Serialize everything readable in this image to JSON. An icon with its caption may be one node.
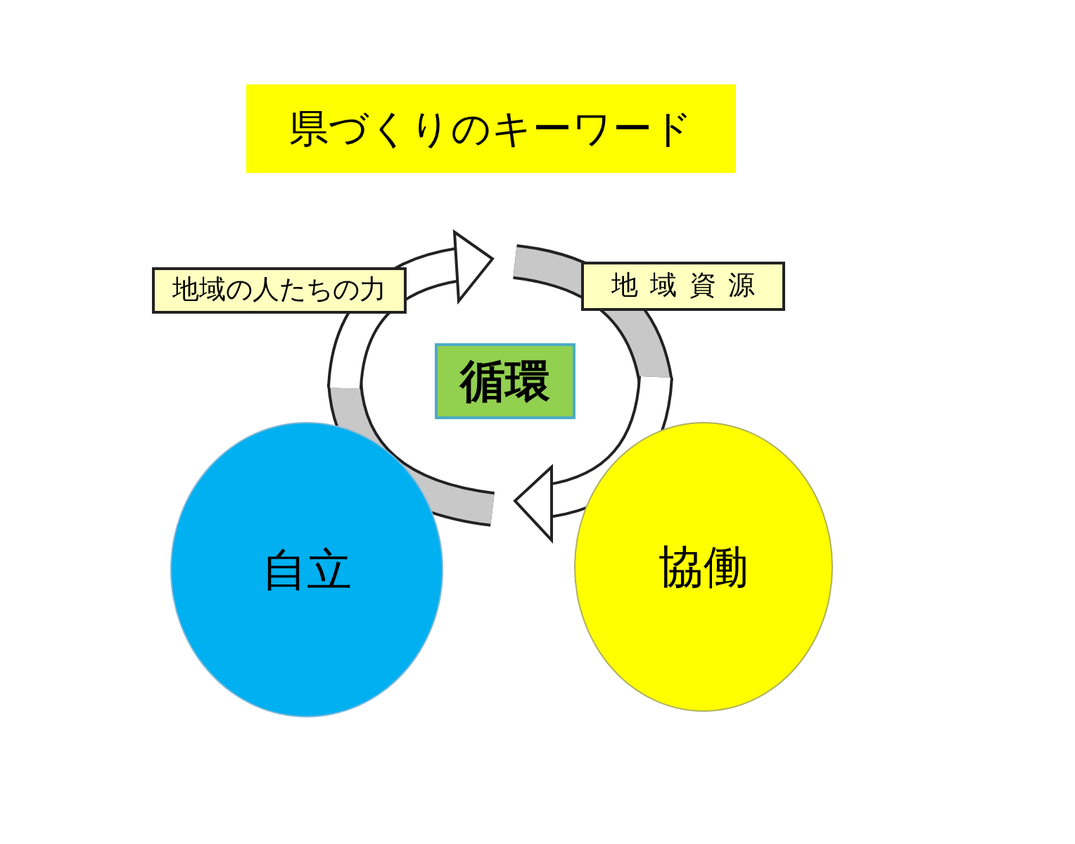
{
  "diagram": {
    "title": "県づくりのキーワード",
    "nodes": [
      {
        "text": [
          "地域の人たちの力"
        ]
      },
      {
        "text": [
          "地域資源"
        ]
      },
      {
        "text": [
          "循環"
        ]
      },
      {
        "text": [
          "自立"
        ]
      },
      {
        "text": [
          "協働"
        ]
      }
    ]
  }
}
